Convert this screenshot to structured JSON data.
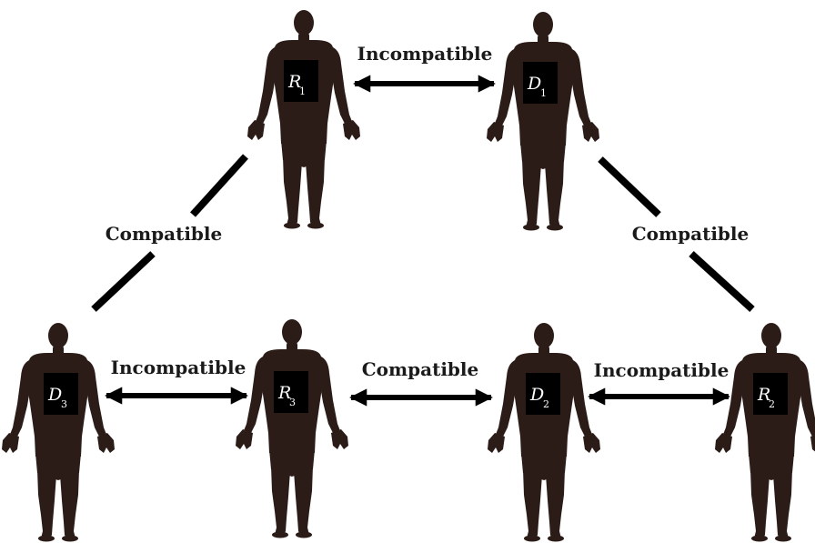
{
  "nodes": [
    {
      "id": "R1",
      "letter": "R",
      "sub": "1",
      "role": "recipient"
    },
    {
      "id": "D1",
      "letter": "D",
      "sub": "1",
      "role": "donor"
    },
    {
      "id": "D3",
      "letter": "D",
      "sub": "3",
      "role": "donor"
    },
    {
      "id": "R3",
      "letter": "R",
      "sub": "3",
      "role": "recipient"
    },
    {
      "id": "D2",
      "letter": "D",
      "sub": "2",
      "role": "donor"
    },
    {
      "id": "R2",
      "letter": "R",
      "sub": "2",
      "role": "recipient"
    }
  ],
  "edges": [
    {
      "from": "R1",
      "to": "D1",
      "label": "Incompatible",
      "style": "double-arrow"
    },
    {
      "from": "R1",
      "to": "D3",
      "label": "Compatible",
      "style": "line"
    },
    {
      "from": "D1",
      "to": "R2",
      "label": "Compatible",
      "style": "line"
    },
    {
      "from": "D3",
      "to": "R3",
      "label": "Incompatible",
      "style": "double-arrow"
    },
    {
      "from": "R3",
      "to": "D2",
      "label": "Compatible",
      "style": "double-arrow"
    },
    {
      "from": "D2",
      "to": "R2",
      "label": "Incompatible",
      "style": "double-arrow"
    }
  ],
  "colors": {
    "silhouette": "#2b1c18",
    "badge": "#000000",
    "line": "#000000",
    "label": "#1a1a1a",
    "background": "#ffffff"
  }
}
